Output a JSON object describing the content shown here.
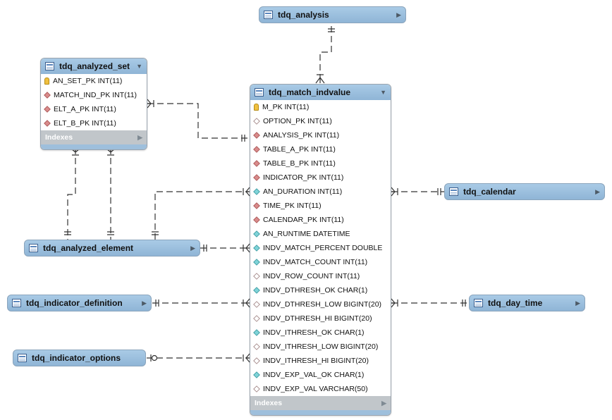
{
  "tables": {
    "analysis": {
      "name": "tdq_analysis"
    },
    "analyzed_set": {
      "name": "tdq_analyzed_set",
      "columns": [
        {
          "label": "AN_SET_PK INT(11)",
          "kind": "pk"
        },
        {
          "label": "MATCH_IND_PK INT(11)",
          "kind": "fk"
        },
        {
          "label": "ELT_A_PK INT(11)",
          "kind": "fk"
        },
        {
          "label": "ELT_B_PK INT(11)",
          "kind": "fk"
        }
      ],
      "indexes_label": "Indexes"
    },
    "match_indvalue": {
      "name": "tdq_match_indvalue",
      "columns": [
        {
          "label": "M_PK INT(11)",
          "kind": "pk"
        },
        {
          "label": "OPTION_PK INT(11)",
          "kind": "plain"
        },
        {
          "label": "ANALYSIS_PK INT(11)",
          "kind": "fk"
        },
        {
          "label": "TABLE_A_PK INT(11)",
          "kind": "fk"
        },
        {
          "label": "TABLE_B_PK INT(11)",
          "kind": "fk"
        },
        {
          "label": "INDICATOR_PK INT(11)",
          "kind": "fk"
        },
        {
          "label": "AN_DURATION INT(11)",
          "kind": "attr"
        },
        {
          "label": "TIME_PK INT(11)",
          "kind": "fk"
        },
        {
          "label": "CALENDAR_PK INT(11)",
          "kind": "fk"
        },
        {
          "label": "AN_RUNTIME DATETIME",
          "kind": "attr"
        },
        {
          "label": "INDV_MATCH_PERCENT DOUBLE",
          "kind": "attr"
        },
        {
          "label": "INDV_MATCH_COUNT INT(11)",
          "kind": "attr"
        },
        {
          "label": "INDV_ROW_COUNT INT(11)",
          "kind": "plain"
        },
        {
          "label": "INDV_DTHRESH_OK CHAR(1)",
          "kind": "attr"
        },
        {
          "label": "INDV_DTHRESH_LOW BIGINT(20)",
          "kind": "plain"
        },
        {
          "label": "INDV_DTHRESH_HI BIGINT(20)",
          "kind": "plain"
        },
        {
          "label": "INDV_ITHRESH_OK CHAR(1)",
          "kind": "attr"
        },
        {
          "label": "INDV_ITHRESH_LOW BIGINT(20)",
          "kind": "plain"
        },
        {
          "label": "INDV_ITHRESH_HI BIGINT(20)",
          "kind": "plain"
        },
        {
          "label": "INDV_EXP_VAL_OK CHAR(1)",
          "kind": "attr"
        },
        {
          "label": "INDV_EXP_VAL VARCHAR(50)",
          "kind": "plain"
        }
      ],
      "indexes_label": "Indexes"
    },
    "calendar": {
      "name": "tdq_calendar"
    },
    "analyzed_element": {
      "name": "tdq_analyzed_element"
    },
    "indicator_definition": {
      "name": "tdq_indicator_definition"
    },
    "day_time": {
      "name": "tdq_day_time"
    },
    "indicator_options": {
      "name": "tdq_indicator_options"
    }
  },
  "colors": {
    "header": "#9ebfdc",
    "connector": "#333333",
    "foreign_key": "#d98b8b",
    "attribute": "#7fd3d8",
    "primary_key": "#f0c040",
    "indexes_bar": "#c1c6ca"
  }
}
